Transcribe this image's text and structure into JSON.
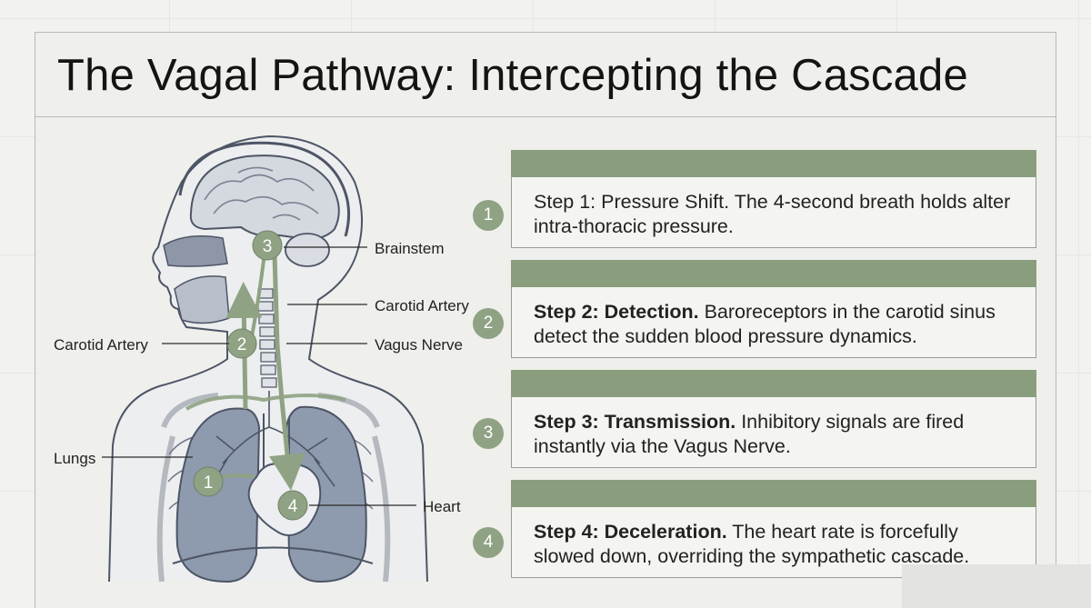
{
  "title": "The Vagal Pathway: Intercepting the Cascade",
  "labels": {
    "brainstem": "Brainstem",
    "carotid_right": "Carotid Artery",
    "carotid_left": "Carotid Artery",
    "vagus": "Vagus Nerve",
    "lungs": "Lungs",
    "heart": "Heart"
  },
  "markers": {
    "m1": "1",
    "m2": "2",
    "m3": "3",
    "m4": "4"
  },
  "steps": [
    {
      "num": "1",
      "head": "Step 1: Pressure Shift.",
      "body": " The 4-second breath holds alter intra-thoracic pressure."
    },
    {
      "num": "2",
      "head": "Step 2: Detection.",
      "body": " Baroreceptors in the carotid sinus detect the sudden blood pressure dynamics."
    },
    {
      "num": "3",
      "head": "Step 3: Transmission.",
      "body": " Inhibitory signals are fired instantly via the Vagus Nerve."
    },
    {
      "num": "4",
      "head": "Step 4: Deceleration.",
      "body": " The heart rate is forcefully slowed down, overriding the sympathetic cascade."
    }
  ],
  "colors": {
    "accent": "#8a9e7e",
    "badge": "#8fa283",
    "outline": "#4d5566",
    "fill": "#c9cfd8"
  }
}
